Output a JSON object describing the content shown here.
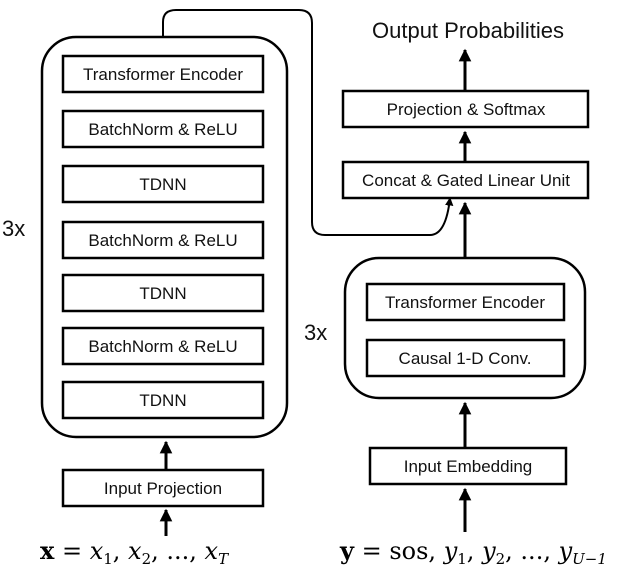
{
  "encoder": {
    "repeat_label": "3x",
    "blocks": [
      "Transformer Encoder",
      "BatchNorm & ReLU",
      "TDNN",
      "BatchNorm & ReLU",
      "TDNN",
      "BatchNorm & ReLU",
      "TDNN"
    ],
    "input_projection": "Input Projection",
    "input_symbol": "x",
    "input_equals": " = ",
    "input_terms": [
      {
        "base": "x",
        "sub": "1",
        "sep": ", "
      },
      {
        "base": "x",
        "sub": "2",
        "sep": ", ..., "
      },
      {
        "base": "x",
        "sub": "T",
        "sep": ""
      }
    ]
  },
  "decoder": {
    "repeat_label": "3x",
    "blocks": [
      "Transformer Encoder",
      "Causal 1-D Conv."
    ],
    "input_embedding": "Input Embedding",
    "input_symbol": "y",
    "input_equals": " = ",
    "input_first": "sos",
    "input_terms": [
      {
        "base": "y",
        "sub": "1",
        "sep": ", "
      },
      {
        "base": "y",
        "sub": "2",
        "sep": ", ..., "
      },
      {
        "base": "y",
        "sub": "U−1",
        "sep": ""
      }
    ]
  },
  "joint": {
    "concat_glu": "Concat & Gated Linear Unit",
    "projection_softmax": "Projection & Softmax",
    "output": "Output Probabilities"
  }
}
